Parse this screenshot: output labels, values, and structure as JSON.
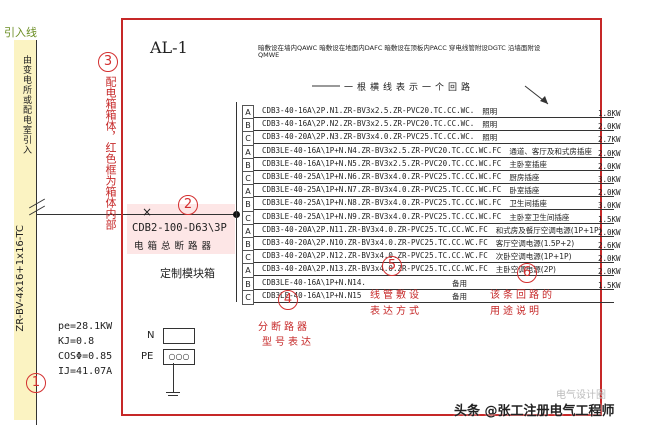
{
  "incoming_line": "引入线",
  "from_source": "由变电所或配电室引入",
  "cable_spec": "ZR-BV-4x16+1x16-TC",
  "marker_1": "1",
  "marker_2": "2",
  "marker_3": "3",
  "marker_4": "4",
  "marker_5": "5",
  "marker_6": "6",
  "box_text": "配电箱箱体，红色框为箱体内部",
  "box_title": "AL-1",
  "legend_lines": [
    "暗敷设在墙内QAWC  暗敷设在地面内DAFC  暗敷设在顶板内PACC  穿电线管附设DGTC  沿墙面附设",
    "QMWE"
  ],
  "one_line_note": "一根横线表示一个回路",
  "main_breaker": "CDB2-100-D63\\3P",
  "main_breaker_label": "电箱总断路器",
  "custom_module": "定制模块箱",
  "params": {
    "pe": "pe=28.1KW",
    "kj": "KJ=0.8",
    "cos": "COSΦ=0.85",
    "ij": "IJ=41.07A"
  },
  "n_label": "N",
  "pe_label": "PE",
  "branch_label_1": "分断路器",
  "branch_label_2": "型号表达",
  "wiring_label_1": "线管敷设",
  "wiring_label_2": "表达方式",
  "usage_label_1": "该条回路的",
  "usage_label_2": "用途说明",
  "rows": [
    {
      "phase": "A",
      "spec": "CDB3-40-16A\\2P.N1.ZR-BV3x2.5.ZR-PVC20.TC.CC.WC.",
      "desc": "照明",
      "kw": "1.8KW"
    },
    {
      "phase": "B",
      "spec": "CDB3-40-16A\\2P.N2.ZR-BV3x2.5.ZR-PVC20.TC.CC.WC.",
      "desc": "照明",
      "kw": "2.0KW"
    },
    {
      "phase": "C",
      "spec": "CDB3-40-20A\\2P.N3.ZR-BV3x4.0.ZR-PVC25.TC.CC.WC.",
      "desc": "照明",
      "kw": "2.7KW"
    },
    {
      "phase": "A",
      "spec": "CDB3LE-40-16A\\1P+N.N4.ZR-BV3x2.5.ZR-PVC20.TC.CC.WC.FC",
      "desc": "通道、客厅及和式房插座",
      "kw": "2.0KW"
    },
    {
      "phase": "B",
      "spec": "CDB3LE-40-16A\\1P+N.N5.ZR-BV3x2.5.ZR-PVC20.TC.CC.WC.FC",
      "desc": "主卧室插座",
      "kw": "2.0KW"
    },
    {
      "phase": "C",
      "spec": "CDB3LE-40-25A\\1P+N.N6.ZR-BV3x4.0.ZR-PVC25.TC.CC.WC.FC",
      "desc": "厨房插座",
      "kw": "3.0KW"
    },
    {
      "phase": "A",
      "spec": "CDB3LE-40-25A\\1P+N.N7.ZR-BV3x4.0.ZR-PVC25.TC.CC.WC.FC",
      "desc": "卧室插座",
      "kw": "2.0KW"
    },
    {
      "phase": "B",
      "spec": "CDB3LE-40-25A\\1P+N.N8.ZR-BV3x4.0.ZR-PVC25.TC.CC.WC.FC",
      "desc": "卫生间插座",
      "kw": "3.0KW"
    },
    {
      "phase": "C",
      "spec": "CDB3LE-40-25A\\1P+N.N9.ZR-BV3x4.0.ZR-PVC25.TC.CC.WC.FC",
      "desc": "主卧室卫生间插座",
      "kw": "1.5KW"
    },
    {
      "phase": "A",
      "spec": "CDB3-40-20A\\2P.N11.ZR-BV3x4.0.ZR-PVC25.TC.CC.WC.FC",
      "desc": "和式房及餐厅空调电源(1P+1P)",
      "kw": "2.0KW"
    },
    {
      "phase": "B",
      "spec": "CDB3-40-20A\\2P.N10.ZR-BV3x4.0.ZR-PVC25.TC.CC.WC.FC",
      "desc": "客厅空调电源(1.5P+2)",
      "kw": "2.6KW"
    },
    {
      "phase": "C",
      "spec": "CDB3-40-20A\\2P.N12.ZR-BV3x4.0.ZR-PVC25.TC.CC.WC.FC",
      "desc": "次卧空调电源(1P+1P)",
      "kw": "2.0KW"
    },
    {
      "phase": "A",
      "spec": "CDB3-40-20A\\2P.N13.ZR-BV3x4.0.ZR-PVC25.TC.CC.WC.FC",
      "desc": "主卧空调电源(2P)",
      "kw": "2.0KW"
    },
    {
      "phase": "B",
      "spec": "CDB3LE-40-16A\\1P+N.N14.",
      "desc": "备用",
      "kw": "1.5KW"
    },
    {
      "phase": "C",
      "spec": "CDB3LE-40-16A\\1P+N.N15",
      "desc": "备用",
      "kw": ""
    }
  ],
  "watermark_1": "电气设计圈",
  "watermark_2": "头条 @张工注册电气工程师"
}
